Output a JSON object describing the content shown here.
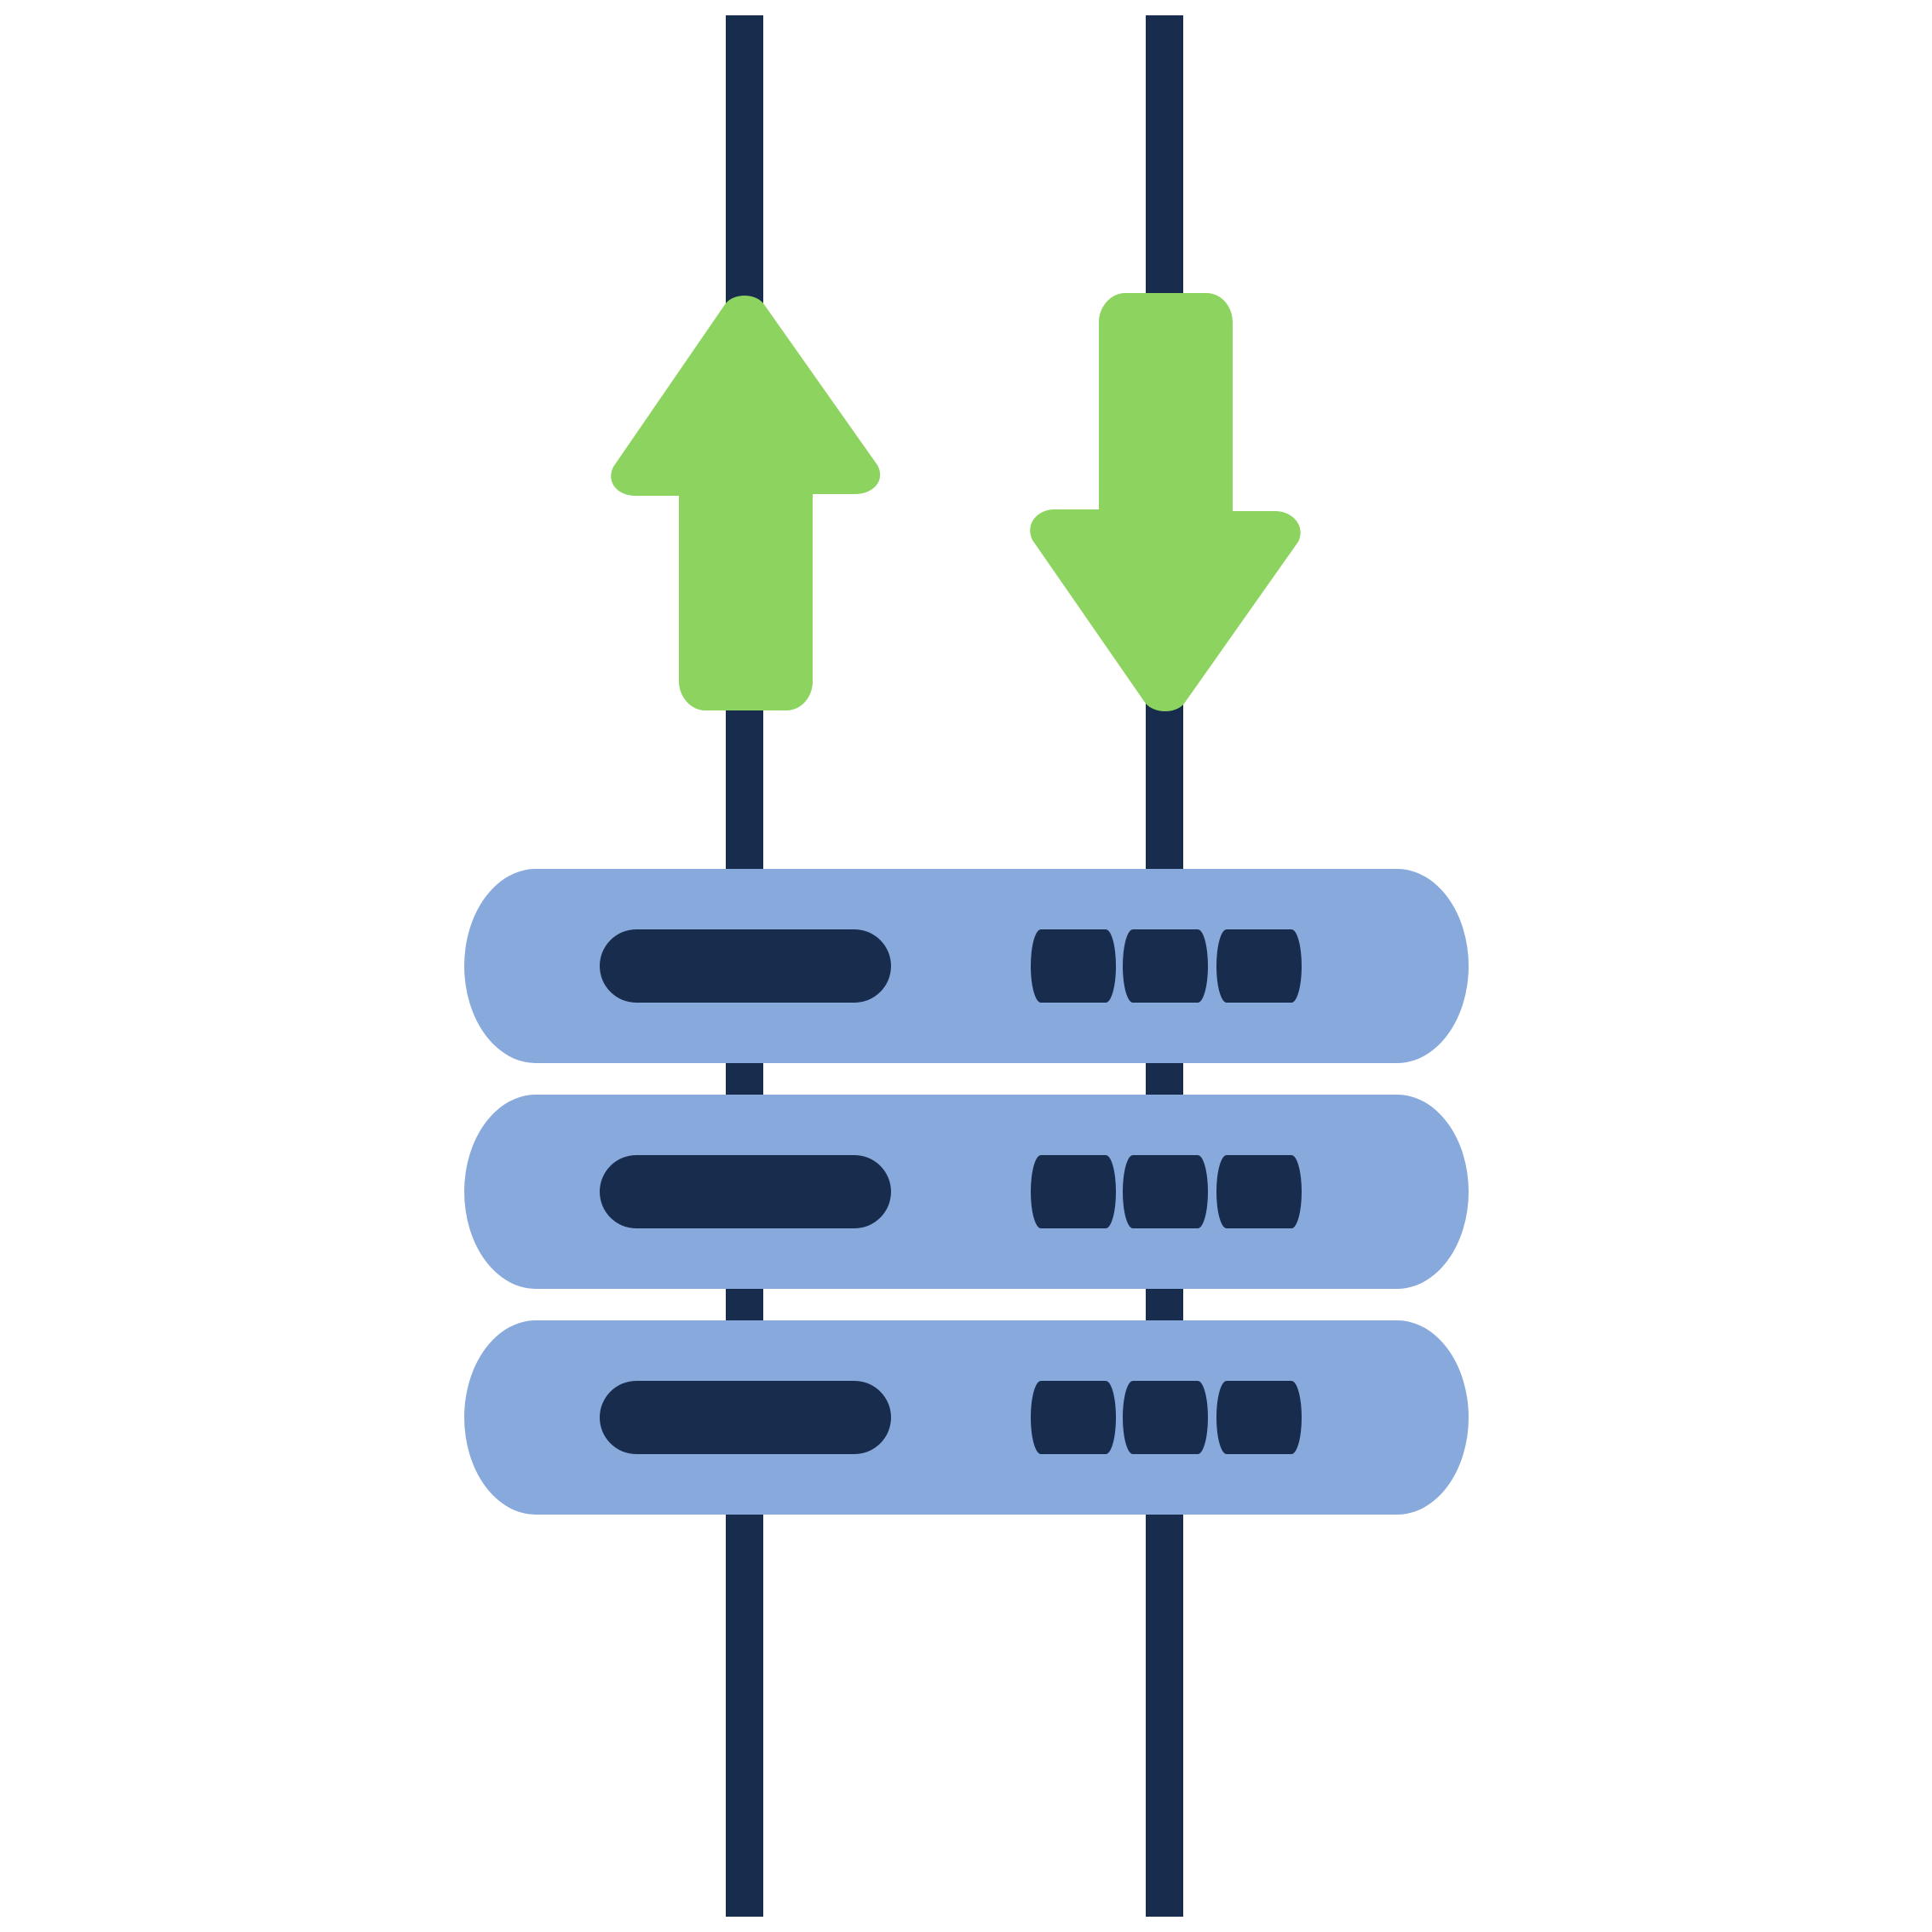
{
  "icon": {
    "name": "server-rack-data-transfer",
    "elements": [
      "upload-arrow-icon",
      "download-arrow-icon",
      "server-unit",
      "server-unit",
      "server-unit"
    ]
  },
  "colors": {
    "background": "#ffffff",
    "cable": "#182c4e",
    "arrow": "#8dd35f",
    "server_body": "#87a9dc",
    "server_detail": "#182c4e"
  },
  "server_units": [
    {
      "name": "server-unit-top"
    },
    {
      "name": "server-unit-middle"
    },
    {
      "name": "server-unit-bottom"
    }
  ]
}
